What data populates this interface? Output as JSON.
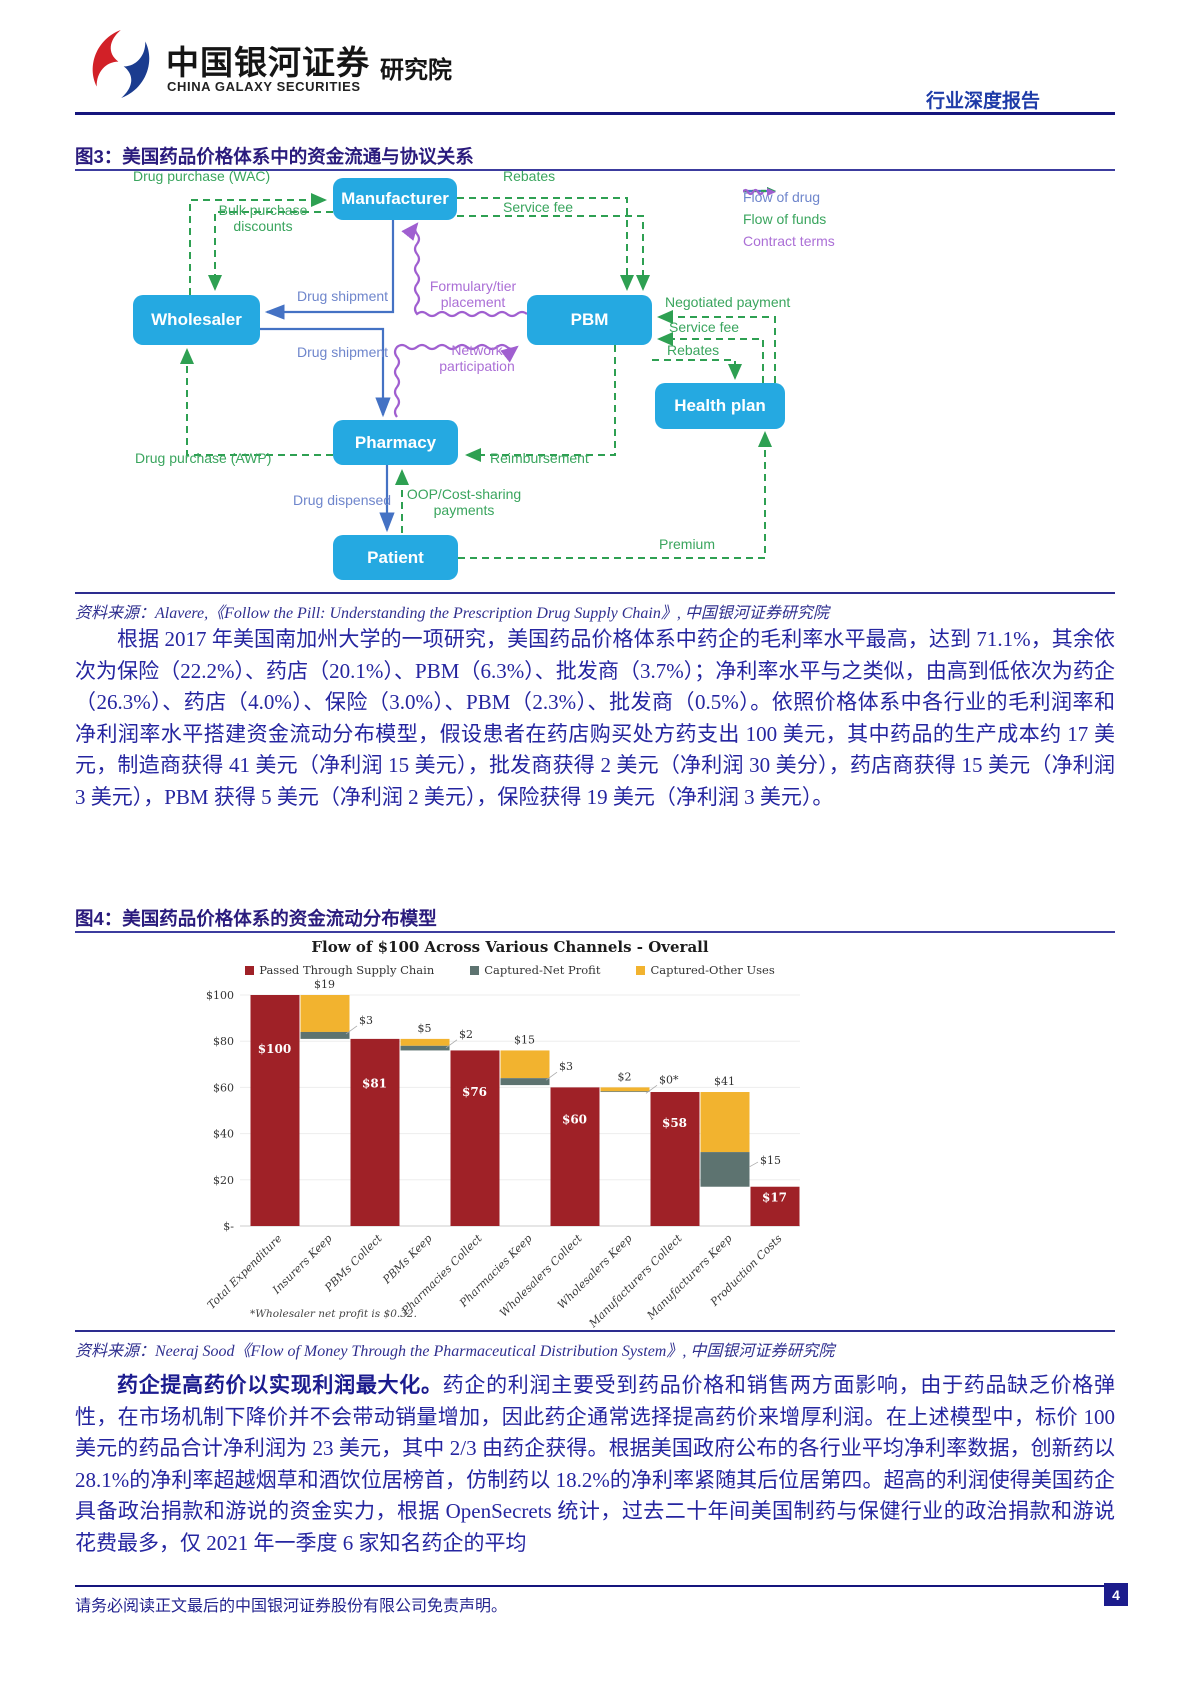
{
  "header": {
    "brand_cn": "中国银河证券",
    "brand_en": "CHINA GALAXY SECURITIES",
    "dept": "研究院",
    "report_type": "行业深度报告"
  },
  "fig3": {
    "title": "图3：美国药品价格体系中的资金流通与协议关系",
    "boxes": {
      "manufacturer": "Manufacturer",
      "wholesaler": "Wholesaler",
      "pbm": "PBM",
      "health_plan": "Health plan",
      "pharmacy": "Pharmacy",
      "patient": "Patient"
    },
    "legend": [
      {
        "label": "Flow of drug"
      },
      {
        "label": "Flow of funds"
      },
      {
        "label": "Contract terms"
      }
    ],
    "labels": {
      "drug_purchase_wac": "Drug purchase (WAC)",
      "bulk_purchase_discounts": "Bulk purchase discounts",
      "rebates_top": "Rebates",
      "service_fee_top": "Service fee",
      "drug_shipment_1": "Drug shipment",
      "formulary": "Formulary/tier placement",
      "drug_shipment_2": "Drug shipment",
      "network_participation": "Network participation",
      "negotiated_payment": "Negotiated payment",
      "service_fee_right": "Service fee",
      "rebates_right": "Rebates",
      "drug_purchase_awp": "Drug purchase (AWP)",
      "reimbursement": "Reimbursement",
      "drug_dispensed": "Drug dispensed",
      "oop": "OOP/Cost-sharing payments",
      "premium": "Premium"
    },
    "source": "资料来源：Alavere,《Follow the Pill: Understanding the Prescription Drug Supply Chain》, 中国银河证券研究院"
  },
  "para1": "根据 2017 年美国南加州大学的一项研究，美国药品价格体系中药企的毛利率水平最高，达到 71.1%，其余依次为保险（22.2%）、药店（20.1%）、PBM（6.3%）、批发商（3.7%）；净利率水平与之类似，由高到低依次为药企（26.3%）、药店（4.0%）、保险（3.0%）、PBM（2.3%）、批发商（0.5%）。依照价格体系中各行业的毛利润率和净利润率水平搭建资金流动分布模型，假设患者在药店购买处方药支出 100 美元，其中药品的生产成本约 17 美元，制造商获得 41 美元（净利润 15 美元），批发商获得 2 美元（净利润 30 美分），药店商获得 15 美元（净利润 3 美元），PBM 获得 5 美元（净利润 2 美元），保险获得 19 美元（净利润 3 美元）。",
  "fig4": {
    "title": "图4：美国药品价格体系的资金流动分布模型",
    "source": "资料来源：Neeraj Sood《Flow of Money Through the Pharmaceutical Distribution System》, 中国银河证券研究院"
  },
  "chart_data": {
    "type": "bar",
    "subtype": "waterfall-stacked",
    "title": "Flow of $100 Across Various Channels - Overall",
    "legend": [
      "Passed Through Supply Chain",
      "Captured-Net Profit",
      "Captured-Other Uses"
    ],
    "colors": {
      "pass": "#9f2127",
      "profit": "#5d7370",
      "other": "#f2b32f"
    },
    "ylim": [
      0,
      100
    ],
    "y_ticks": [
      {
        "value": 100,
        "label": "$100"
      },
      {
        "value": 80,
        "label": "$80"
      },
      {
        "value": 60,
        "label": "$60"
      },
      {
        "value": 40,
        "label": "$40"
      },
      {
        "value": 20,
        "label": "$20"
      },
      {
        "value": 0,
        "label": "$-"
      }
    ],
    "footnote": "*Wholesaler net profit is $0.32.",
    "bars": [
      {
        "category": "Total Expenditure",
        "segments": [
          {
            "series": "pass",
            "from": 0,
            "to": 100,
            "label": "$100"
          }
        ]
      },
      {
        "category": "Insurers Keep",
        "total_label": "$19",
        "segments": [
          {
            "series": "other",
            "from": 84,
            "to": 100
          },
          {
            "series": "profit",
            "from": 81,
            "to": 84,
            "callout": "$3"
          }
        ]
      },
      {
        "category": "PBMs Collect",
        "segments": [
          {
            "series": "pass",
            "from": 0,
            "to": 81,
            "label": "$81"
          }
        ]
      },
      {
        "category": "PBMs Keep",
        "total_label": "$5",
        "segments": [
          {
            "series": "other",
            "from": 78,
            "to": 81
          },
          {
            "series": "profit",
            "from": 76,
            "to": 78,
            "callout": "$2"
          }
        ]
      },
      {
        "category": "Pharmacies Collect",
        "segments": [
          {
            "series": "pass",
            "from": 0,
            "to": 76,
            "label": "$76"
          }
        ]
      },
      {
        "category": "Pharmacies Keep",
        "total_label": "$15",
        "segments": [
          {
            "series": "other",
            "from": 64,
            "to": 76
          },
          {
            "series": "profit",
            "from": 61,
            "to": 64,
            "callout": "$3"
          }
        ]
      },
      {
        "category": "Wholesalers Collect",
        "segments": [
          {
            "series": "pass",
            "from": 0,
            "to": 60,
            "label": "$60"
          }
        ]
      },
      {
        "category": "Wholesalers Keep",
        "total_label": "$2",
        "segments": [
          {
            "series": "other",
            "from": 58.3,
            "to": 60
          },
          {
            "series": "profit",
            "from": 58,
            "to": 58.3,
            "callout": "$0*"
          }
        ]
      },
      {
        "category": "Manufacturers Collect",
        "segments": [
          {
            "series": "pass",
            "from": 0,
            "to": 58,
            "label": "$58"
          }
        ]
      },
      {
        "category": "Manufacturers Keep",
        "total_label": "$41",
        "segments": [
          {
            "series": "other",
            "from": 32,
            "to": 58
          },
          {
            "series": "profit",
            "from": 17,
            "to": 32,
            "callout": "$15"
          }
        ]
      },
      {
        "category": "Production Costs",
        "segments": [
          {
            "series": "pass",
            "from": 0,
            "to": 17,
            "label": "$17"
          }
        ]
      }
    ]
  },
  "para2": {
    "lead": "药企提高药价以实现利润最大化。",
    "body": "药企的利润主要受到药品价格和销售两方面影响，由于药品缺乏价格弹性，在市场机制下降价并不会带动销量增加，因此药企通常选择提高药价来增厚利润。在上述模型中，标价 100 美元的药品合计净利润为 23 美元，其中 2/3 由药企获得。根据美国政府公布的各行业平均净利率数据，创新药以 28.1%的净利率超越烟草和酒饮位居榜首，仿制药以 18.2%的净利率紧随其后位居第四。超高的利润使得美国药企具备政治捐款和游说的资金实力，根据 OpenSecrets 统计，过去二十年间美国制药与保健行业的政治捐款和游说花费最多，仅 2021 年一季度 6 家知名药企的平均"
  },
  "footer": {
    "disclaimer": "请务必阅读正文最后的中国银河证券股份有限公司免责声明。",
    "page": "4"
  }
}
